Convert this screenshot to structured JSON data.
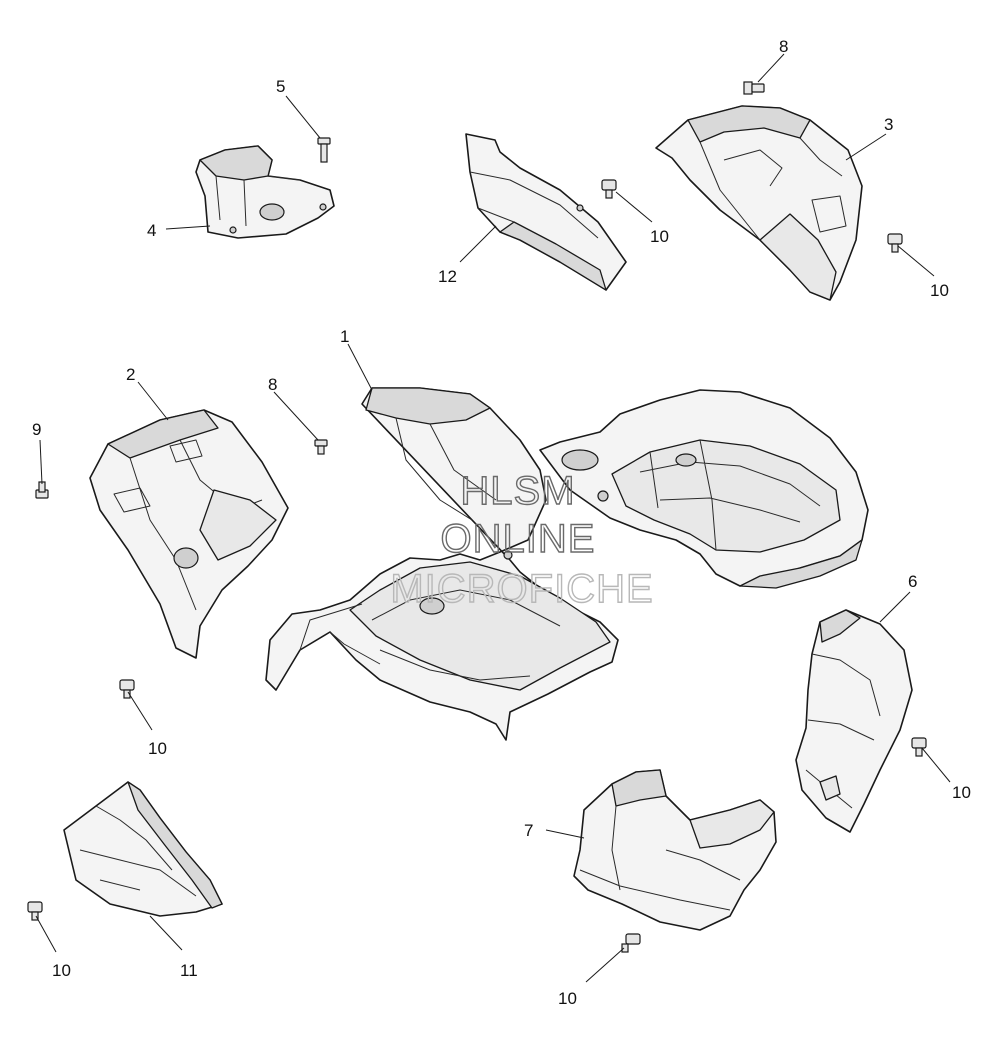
{
  "callouts": {
    "c1": "1",
    "c2": "2",
    "c3": "3",
    "c4": "4",
    "c5": "5",
    "c6": "6",
    "c7": "7",
    "c8a": "8",
    "c8b": "8",
    "c9": "9",
    "c10a": "10",
    "c10b": "10",
    "c10c": "10",
    "c10d": "10",
    "c10e": "10",
    "c10f": "10",
    "c11": "11",
    "c12": "12"
  },
  "watermark": {
    "line1": "HLSM",
    "line2": "ONLINE",
    "line3": "MICROFICHE"
  }
}
